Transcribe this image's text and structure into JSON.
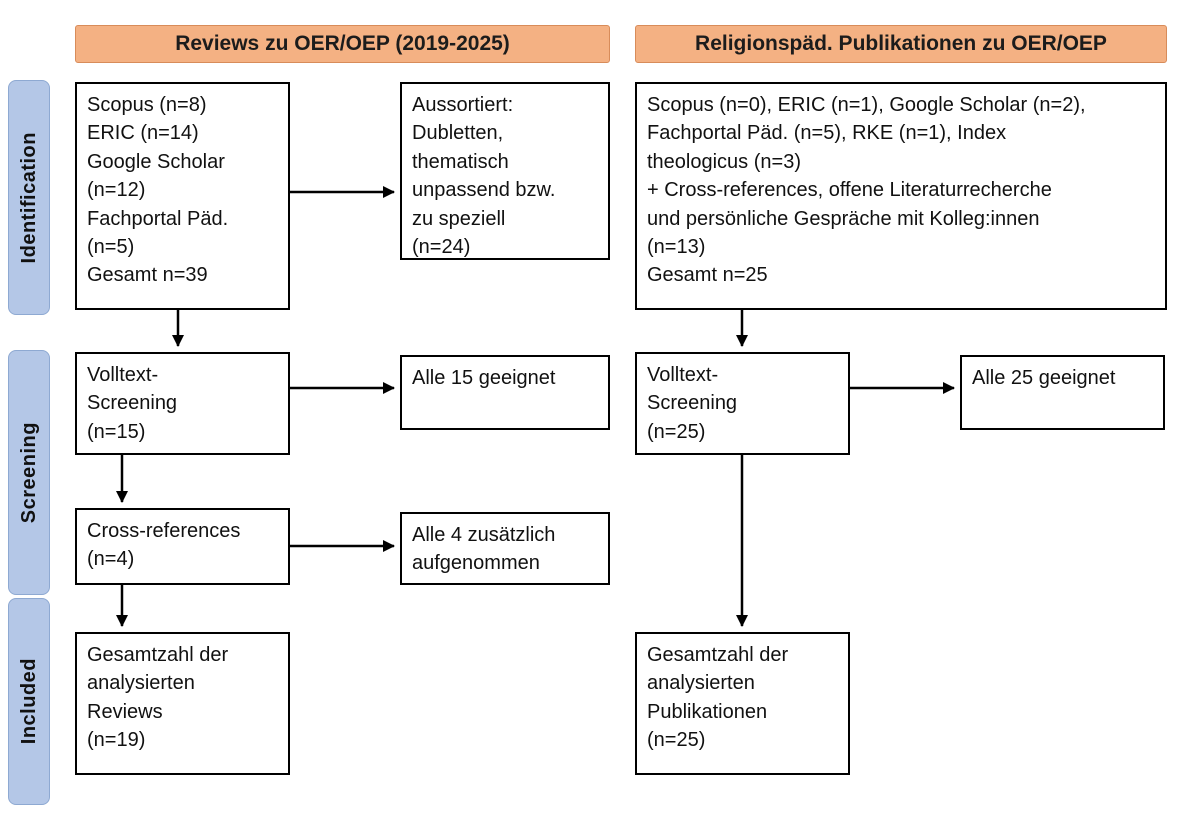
{
  "headers": {
    "left": "Reviews zu OER/OEP (2019-2025)",
    "right": "Religionspäd. Publikationen zu OER/OEP"
  },
  "stages": {
    "identification": "Identification",
    "screening": "Screening",
    "included": "Included"
  },
  "boxes": {
    "left_sources": "Scopus (n=8)\nERIC (n=14)\nGoogle Scholar\n(n=12)\nFachportal Päd.\n(n=5)\nGesamt n=39",
    "left_excluded": "Aussortiert:\nDubletten,\nthematisch\nunpassend bzw.\nzu speziell\n(n=24)",
    "left_fulltext": "Volltext-\nScreening\n(n=15)",
    "left_fulltext_result": "Alle 15 geeignet",
    "left_crossrefs": "Cross-references\n(n=4)",
    "left_crossrefs_result": "Alle 4 zusätzlich\naufgenommen",
    "left_included": "Gesamtzahl der\nanalysierten\nReviews\n(n=19)",
    "right_sources": "Scopus (n=0), ERIC (n=1), Google Scholar (n=2),\nFachportal Päd. (n=5), RKE (n=1), Index\ntheologicus (n=3)\n+ Cross-references, offene Literaturrecherche\nund persönliche Gespräche mit Kolleg:innen\n(n=13)\nGesamt n=25",
    "right_fulltext": "Volltext-\nScreening\n(n=25)",
    "right_fulltext_result": "Alle 25 geeignet",
    "right_included": "Gesamtzahl der\nanalysierten\nPublikationen\n(n=25)"
  },
  "colors": {
    "header_bg": "#F4B183",
    "header_border": "#D88C5A",
    "stage_bg": "#B4C7E7",
    "stage_border": "#8EA9D2",
    "box_border": "#000000",
    "arrow": "#000000"
  }
}
